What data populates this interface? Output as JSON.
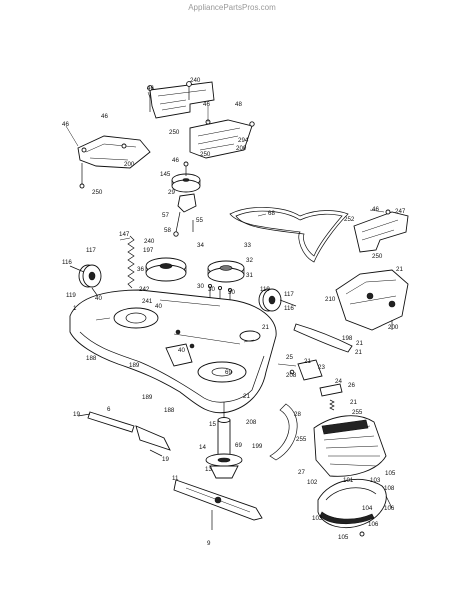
{
  "watermark": "AppliancePartsPros.com",
  "callouts": [
    {
      "id": "c1",
      "text": "46"
    },
    {
      "id": "c2",
      "text": "240"
    },
    {
      "id": "c3",
      "text": "46"
    },
    {
      "id": "c4",
      "text": "48"
    },
    {
      "id": "c5",
      "text": "46"
    },
    {
      "id": "c6",
      "text": "46"
    },
    {
      "id": "c7",
      "text": "250"
    },
    {
      "id": "c8",
      "text": "294"
    },
    {
      "id": "c9",
      "text": "200"
    },
    {
      "id": "c10",
      "text": "250"
    },
    {
      "id": "c11",
      "text": "200"
    },
    {
      "id": "c12",
      "text": "250"
    },
    {
      "id": "c13",
      "text": "46"
    },
    {
      "id": "c14",
      "text": "145"
    },
    {
      "id": "c15",
      "text": "29"
    },
    {
      "id": "c16",
      "text": "57"
    },
    {
      "id": "c17",
      "text": "55"
    },
    {
      "id": "c18",
      "text": "58"
    },
    {
      "id": "c19",
      "text": "147"
    },
    {
      "id": "c20",
      "text": "240"
    },
    {
      "id": "c21",
      "text": "197"
    },
    {
      "id": "c22",
      "text": "34"
    },
    {
      "id": "c23",
      "text": "68"
    },
    {
      "id": "c24",
      "text": "46"
    },
    {
      "id": "c25",
      "text": "247"
    },
    {
      "id": "c26",
      "text": "252"
    },
    {
      "id": "c27",
      "text": "250"
    },
    {
      "id": "c28",
      "text": "21"
    },
    {
      "id": "c29",
      "text": "33"
    },
    {
      "id": "c30",
      "text": "32"
    },
    {
      "id": "c31",
      "text": "117"
    },
    {
      "id": "c32",
      "text": "116"
    },
    {
      "id": "c33",
      "text": "119"
    },
    {
      "id": "c34",
      "text": "40"
    },
    {
      "id": "c35",
      "text": "36"
    },
    {
      "id": "c36",
      "text": "31"
    },
    {
      "id": "c37",
      "text": "30"
    },
    {
      "id": "c38",
      "text": "242"
    },
    {
      "id": "c39",
      "text": "241"
    },
    {
      "id": "c40",
      "text": "40"
    },
    {
      "id": "c41",
      "text": "30"
    },
    {
      "id": "c42",
      "text": "30"
    },
    {
      "id": "c43",
      "text": "119"
    },
    {
      "id": "c44",
      "text": "117"
    },
    {
      "id": "c45",
      "text": "116"
    },
    {
      "id": "c46",
      "text": "1"
    },
    {
      "id": "c47",
      "text": "210"
    },
    {
      "id": "c48",
      "text": "21"
    },
    {
      "id": "c49",
      "text": "198"
    },
    {
      "id": "c50",
      "text": "21"
    },
    {
      "id": "c51",
      "text": "200"
    },
    {
      "id": "c52",
      "text": "21"
    },
    {
      "id": "c53",
      "text": "188"
    },
    {
      "id": "c54",
      "text": "189"
    },
    {
      "id": "c55",
      "text": "40"
    },
    {
      "id": "c56",
      "text": "21"
    },
    {
      "id": "c57",
      "text": "25"
    },
    {
      "id": "c58",
      "text": "69"
    },
    {
      "id": "c59",
      "text": "208"
    },
    {
      "id": "c60",
      "text": "23"
    },
    {
      "id": "c61",
      "text": "24"
    },
    {
      "id": "c62",
      "text": "26"
    },
    {
      "id": "c63",
      "text": "21"
    },
    {
      "id": "c64",
      "text": "189"
    },
    {
      "id": "c65",
      "text": "188"
    },
    {
      "id": "c66",
      "text": "21"
    },
    {
      "id": "c67",
      "text": "19"
    },
    {
      "id": "c68",
      "text": "6"
    },
    {
      "id": "c69",
      "text": "208"
    },
    {
      "id": "c70",
      "text": "255"
    },
    {
      "id": "c71",
      "text": "15"
    },
    {
      "id": "c72",
      "text": "28"
    },
    {
      "id": "c73",
      "text": "199"
    },
    {
      "id": "c74",
      "text": "19"
    },
    {
      "id": "c75",
      "text": "14"
    },
    {
      "id": "c76",
      "text": "69"
    },
    {
      "id": "c77",
      "text": "255"
    },
    {
      "id": "c78",
      "text": "27"
    },
    {
      "id": "c79",
      "text": "13"
    },
    {
      "id": "c80",
      "text": "105"
    },
    {
      "id": "c81",
      "text": "11"
    },
    {
      "id": "c82",
      "text": "102"
    },
    {
      "id": "c83",
      "text": "101"
    },
    {
      "id": "c84",
      "text": "103"
    },
    {
      "id": "c85",
      "text": "108"
    },
    {
      "id": "c86",
      "text": "9"
    },
    {
      "id": "c87",
      "text": "103"
    },
    {
      "id": "c88",
      "text": "104"
    },
    {
      "id": "c89",
      "text": "106"
    },
    {
      "id": "c90",
      "text": "106"
    },
    {
      "id": "c91",
      "text": "105"
    }
  ]
}
